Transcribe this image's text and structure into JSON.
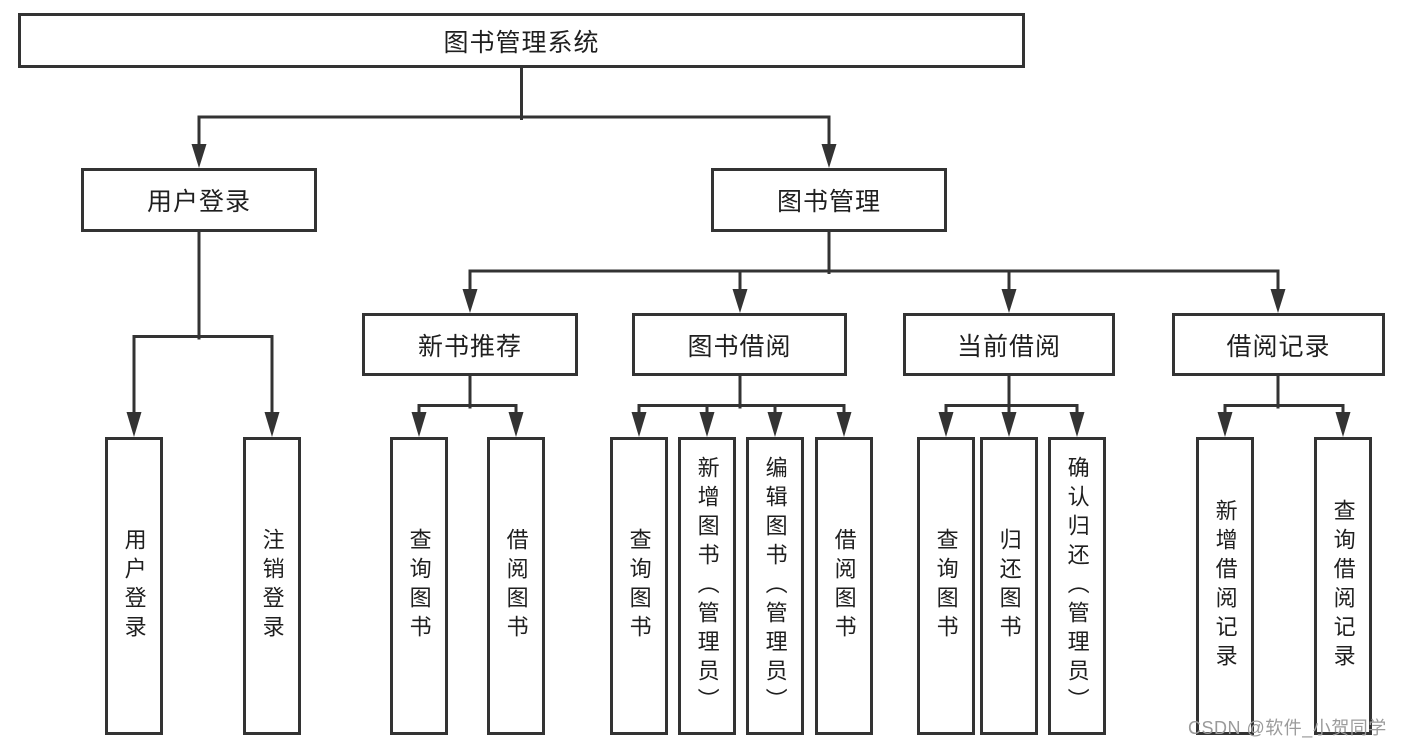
{
  "diagram": {
    "root": {
      "label": "图书管理系统"
    },
    "level2": [
      {
        "label": "用户登录"
      },
      {
        "label": "图书管理"
      }
    ],
    "level3": [
      {
        "label": "新书推荐"
      },
      {
        "label": "图书借阅"
      },
      {
        "label": "当前借阅"
      },
      {
        "label": "借阅记录"
      }
    ],
    "leaves": {
      "user_login": [
        "用户登录",
        "注销登录"
      ],
      "new_book_recommend": [
        "查询图书",
        "借阅图书"
      ],
      "book_borrow": [
        "查询图书",
        "新增图书（管理员）",
        "编辑图书（管理员）",
        "借阅图书"
      ],
      "current_borrow": [
        "查询图书",
        "归还图书",
        "确认归还（管理员）"
      ],
      "borrow_records": [
        "新增借阅记录",
        "查询借阅记录"
      ]
    },
    "watermark": "CSDN @软件_小贺同学",
    "colors": {
      "line": "#333333",
      "text": "#1f1f1f",
      "watermark": "#9b9b9b",
      "background": "#ffffff"
    }
  }
}
